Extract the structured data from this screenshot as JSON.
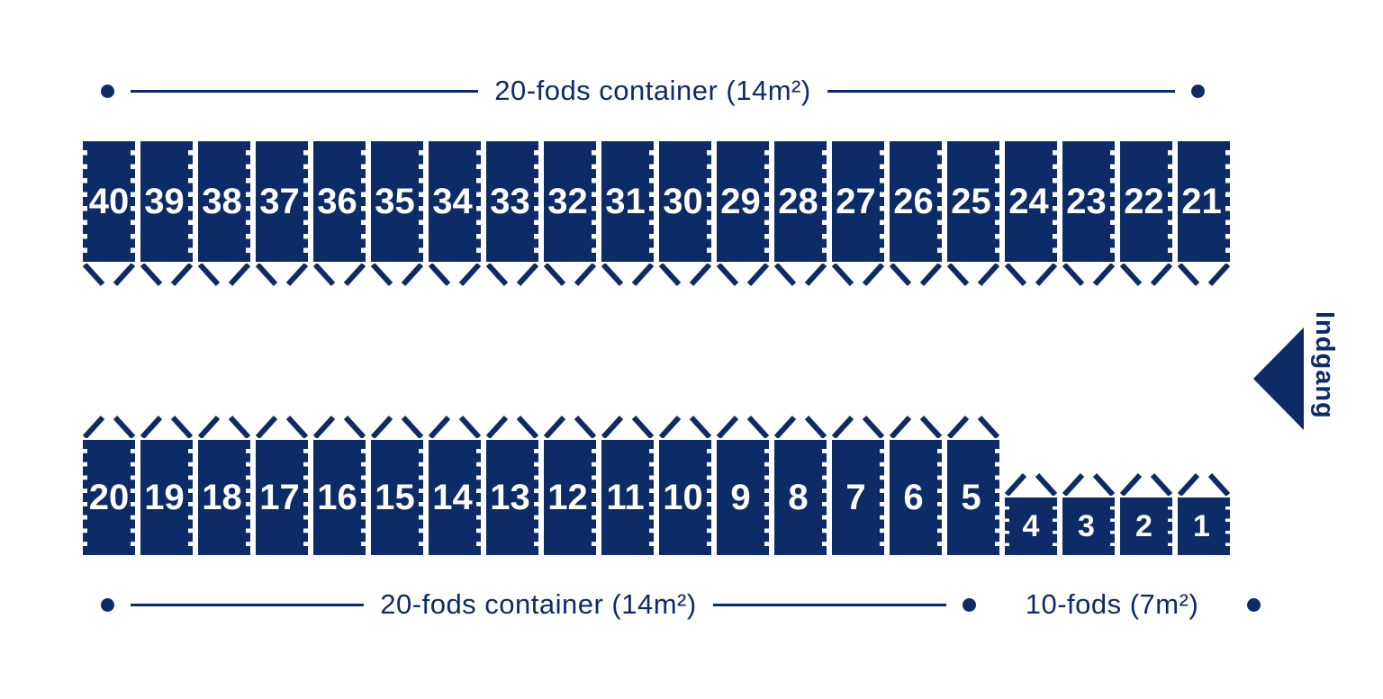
{
  "colors": {
    "navy": "#0d2b66",
    "background": "#ffffff",
    "number_text": "#ffffff"
  },
  "rulers": {
    "top": {
      "label": "20-fods container (14m²)"
    },
    "bottom20": {
      "label": "20-fods container (14m²)"
    },
    "bottom10": {
      "label": "10-fods (7m²)"
    }
  },
  "entrance": {
    "label": "Indgang",
    "arrow_icon": "left-triangle"
  },
  "rows": {
    "top": {
      "container_type": "20-fods",
      "doors": "bottom",
      "numbers": [
        40,
        39,
        38,
        37,
        36,
        35,
        34,
        33,
        32,
        31,
        30,
        29,
        28,
        27,
        26,
        25,
        24,
        23,
        22,
        21
      ]
    },
    "bottom20": {
      "container_type": "20-fods",
      "doors": "top",
      "numbers": [
        20,
        19,
        18,
        17,
        16,
        15,
        14,
        13,
        12,
        11,
        10,
        9,
        8,
        7,
        6,
        5
      ]
    },
    "bottom10": {
      "container_type": "10-fods",
      "doors": "top",
      "numbers": [
        4,
        3,
        2,
        1
      ]
    }
  }
}
